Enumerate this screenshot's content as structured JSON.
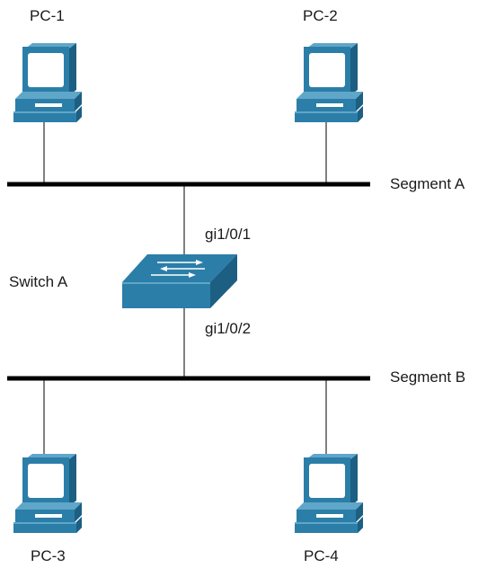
{
  "colors": {
    "device_fill": "#2b7ea8",
    "device_dark": "#1c5f82",
    "device_light": "#5fa6c9",
    "screen_fill": "#ffffff",
    "line_color": "#000000",
    "label_color": "#1a1a1a"
  },
  "pcs": {
    "pc1": {
      "label": "PC-1",
      "icon": "pc-icon"
    },
    "pc2": {
      "label": "PC-2",
      "icon": "pc-icon"
    },
    "pc3": {
      "label": "PC-3",
      "icon": "pc-icon"
    },
    "pc4": {
      "label": "PC-4",
      "icon": "pc-icon"
    }
  },
  "switch": {
    "label": "Switch A",
    "icon": "switch-icon",
    "port_top": "gi1/0/1",
    "port_bottom": "gi1/0/2"
  },
  "segments": {
    "a": {
      "label": "Segment A"
    },
    "b": {
      "label": "Segment B"
    }
  }
}
